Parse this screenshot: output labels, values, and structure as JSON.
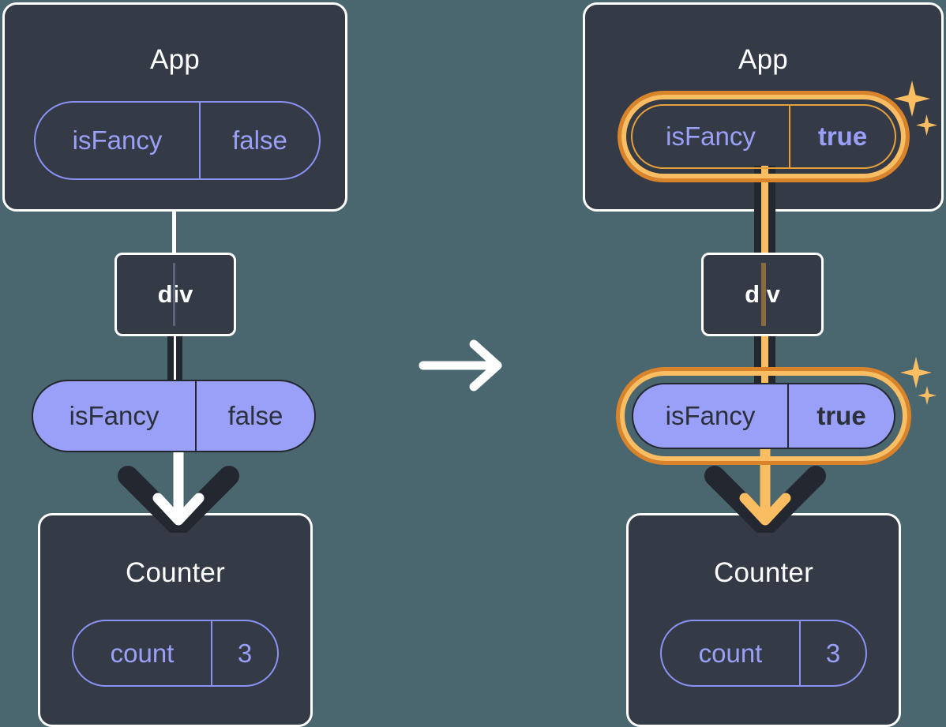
{
  "background_color": "#4a666f",
  "theme": {
    "card_bg": "#343a46",
    "card_border": "#ffffff",
    "pill_solid_bg": "#9aa0f7",
    "pill_outline_border": "#8b92f6",
    "highlight_orange": "#fabd62",
    "highlight_orange_dark": "#d9832a",
    "line_dark": "#23272f"
  },
  "transition": {
    "icon": "arrow-right-icon",
    "label": "becomes"
  },
  "before": {
    "app": {
      "title": "App",
      "state_pill": {
        "name": "isFancy",
        "value": "false",
        "highlighted": false,
        "style": "outline"
      }
    },
    "div_node": {
      "label": "div"
    },
    "props_pill": {
      "name": "isFancy",
      "value": "false",
      "highlighted": false,
      "style": "solid"
    },
    "counter": {
      "title": "Counter",
      "state_pill": {
        "name": "count",
        "value": "3",
        "highlighted": false,
        "style": "outline"
      }
    }
  },
  "after": {
    "app": {
      "title": "App",
      "state_pill": {
        "name": "isFancy",
        "value": "true",
        "highlighted": true,
        "style": "outline"
      }
    },
    "div_node": {
      "label": "div"
    },
    "props_pill": {
      "name": "isFancy",
      "value": "true",
      "highlighted": true,
      "style": "solid"
    },
    "counter": {
      "title": "Counter",
      "state_pill": {
        "name": "count",
        "value": "3",
        "highlighted": false,
        "style": "outline"
      }
    },
    "sparkles": [
      {
        "name": "sparkle-app-large"
      },
      {
        "name": "sparkle-app-small"
      },
      {
        "name": "sparkle-props-large"
      },
      {
        "name": "sparkle-props-small"
      }
    ]
  }
}
